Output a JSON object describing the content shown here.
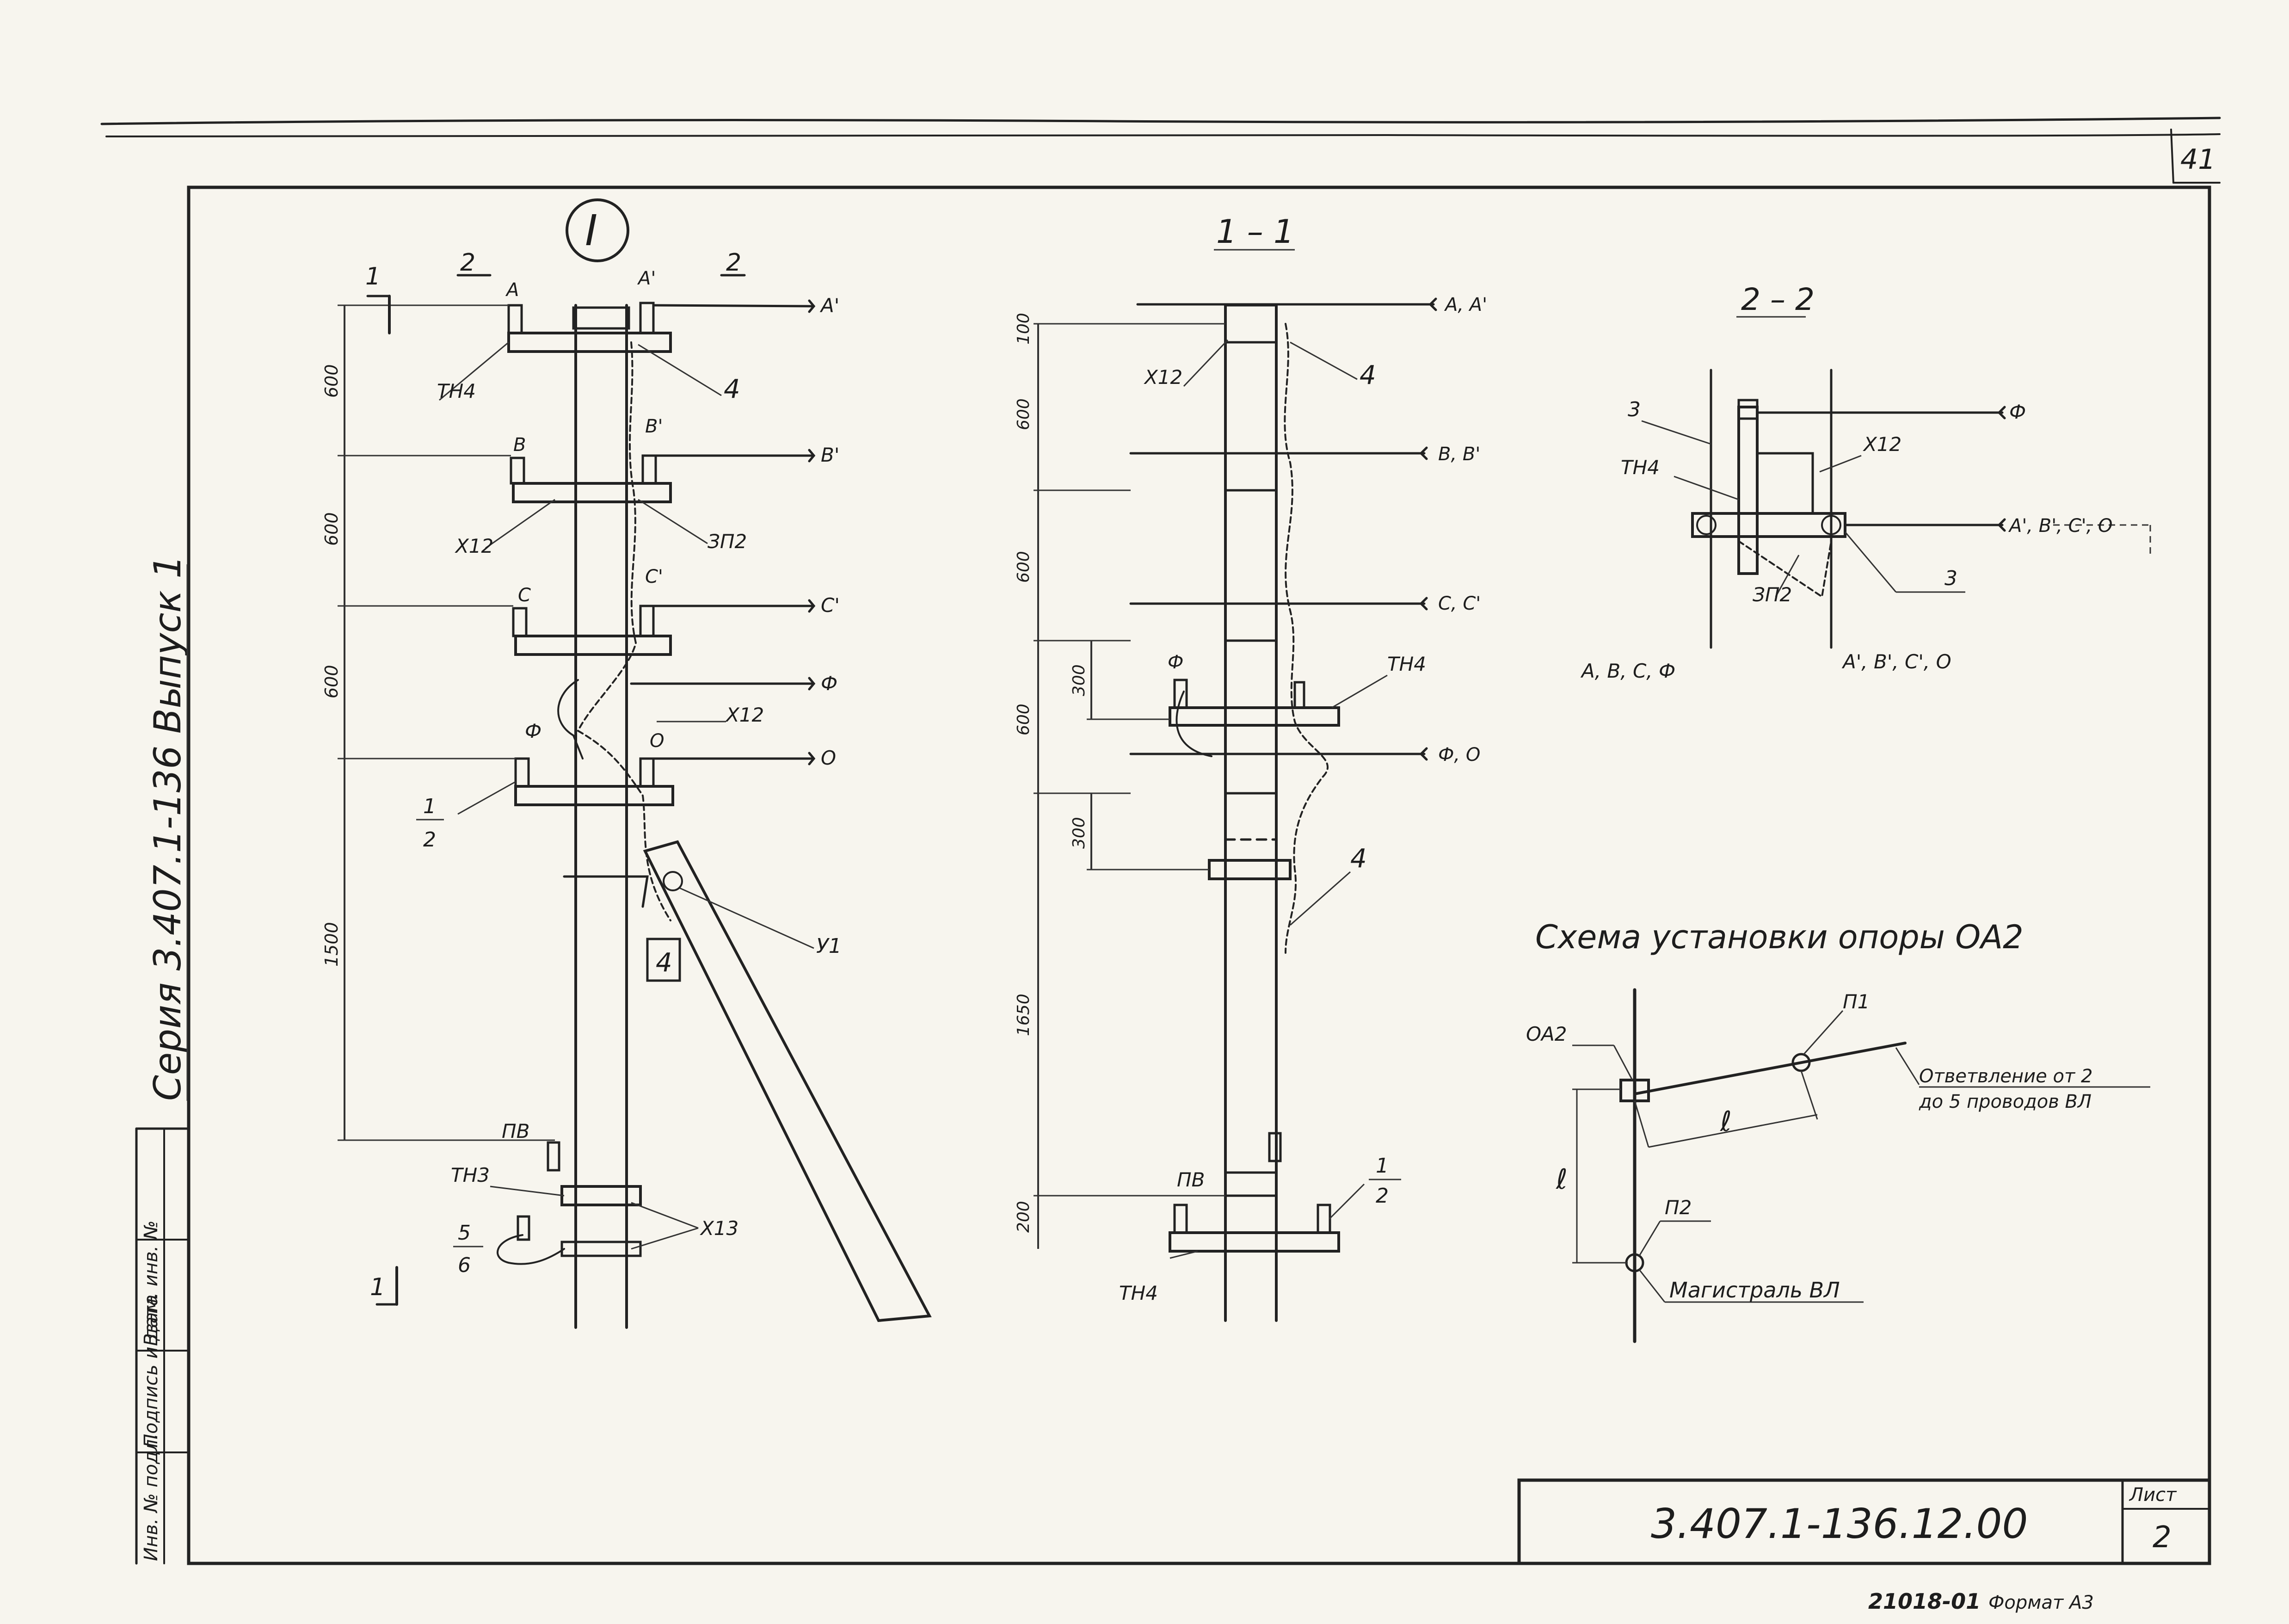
{
  "sheet": {
    "page_number_top": "41",
    "roman_numeral": "I",
    "series_text": "Серия 3.407.1-136 Выпуск 1",
    "designation": "3.407.1-136.12.00",
    "sheet_label": "Лист",
    "sheet_number": "2",
    "footer_code": "21018-01",
    "footer_format": "Формат А3",
    "stamp_inv": "Инв. № подл.",
    "stamp_sign": "Подпись и дата",
    "stamp_inv2": "Взам. инв. №"
  },
  "view_i": {
    "cut1": "1",
    "cut2_left": "2",
    "cut2_right": "2",
    "cut1_bottom": "1",
    "top_left_label": "А",
    "top_right_label": "А'",
    "line_A": "А'",
    "tn4": "ТН4",
    "item4_top": "4",
    "dims": [
      "600",
      "600",
      "600",
      "1500"
    ],
    "phase_B_left": "В",
    "phase_B_right": "В'",
    "line_B": "В'",
    "x12": "Х12",
    "zp2": "ЗП2",
    "phase_C_left": "С",
    "phase_C_right": "С'",
    "line_C": "С'",
    "line_F": "Ф",
    "phase_F": "Ф",
    "x12b": "Х12",
    "phase_O": "О",
    "line_O": "О",
    "frac_12_num": "1",
    "frac_12_den": "2",
    "u1": "У1",
    "item4_box": "4",
    "pv": "ПВ",
    "tn3": "ТН3",
    "x13": "Х13",
    "frac_56_num": "5",
    "frac_56_den": "6"
  },
  "view_11": {
    "title": "1 – 1",
    "dims": [
      "100",
      "600",
      "600",
      "300",
      "600",
      "300",
      "1650",
      "200"
    ],
    "x12": "Х12",
    "item4_top": "4",
    "line_AA": "А, А'",
    "line_BB": "В, В'",
    "line_CC": "С, С'",
    "phase_F": "Ф",
    "tn4": "ТН4",
    "line_FO": "Ф, О",
    "item4_bottom": "4",
    "pv": "ПВ",
    "frac_num": "1",
    "frac_den": "2",
    "tn4_bottom": "ТН4"
  },
  "view_22": {
    "title": "2 – 2",
    "item3_top": "3",
    "line_F": "Ф",
    "tn4": "ТН4",
    "x12": "Х12",
    "line_right": "А', В', С', О",
    "zp2": "ЗП2",
    "item3_bottom": "3",
    "left_phases": "А, В, С, Ф",
    "right_phases": "А', В', С', О"
  },
  "scheme": {
    "title": "Схема установки опоры ОА2",
    "oa2": "ОА2",
    "p1": "П1",
    "branch_line1": "Ответвление от 2",
    "branch_line2": "до 5 проводов ВЛ",
    "l_horiz": "ℓ",
    "l_vert": "ℓ",
    "p2": "П2",
    "main": "Магистраль ВЛ"
  }
}
